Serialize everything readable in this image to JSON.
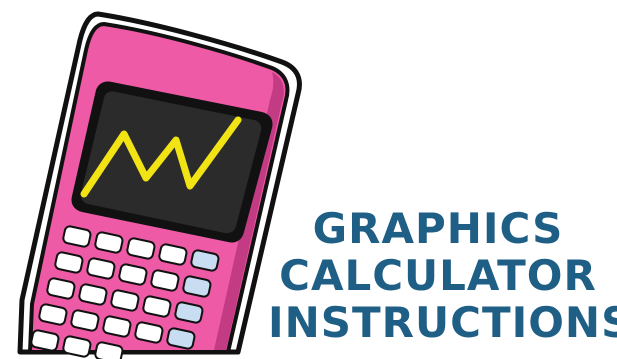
{
  "title": {
    "lines": [
      "GRAPHICS",
      "CALCULATOR",
      "INSTRUCTIONS"
    ]
  },
  "colors": {
    "title_text": "#1f5f86",
    "calculator_body": "#ee5aa6",
    "calculator_body_shadow": "#c23b83",
    "screen": "#2b2b2b",
    "graph_line": "#f2e414",
    "keys": "#ffffff",
    "keys_accent": "#c9ddf2",
    "outline": "#111111"
  },
  "icons": {
    "illustration": "graphing-calculator-icon",
    "screen_graph": "zigzag-graph-icon"
  }
}
